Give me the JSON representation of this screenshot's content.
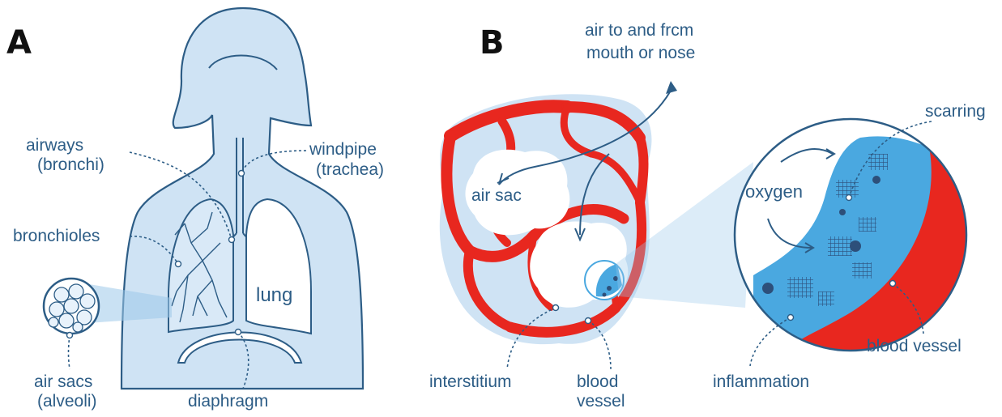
{
  "panel_a": {
    "letter": "A",
    "labels": {
      "airways_line1": "airways",
      "airways_line2": "(bronchi)",
      "windpipe_line1": "windpipe",
      "windpipe_line2": "(trachea)",
      "bronchioles": "bronchioles",
      "lung": "lung",
      "air_sacs_line1": "air sacs",
      "air_sacs_line2": "(alveoli)",
      "diaphragm": "diaphragm"
    }
  },
  "panel_b": {
    "letter": "B",
    "labels": {
      "air_route_line1": "air to and frcm",
      "air_route_line2": "mouth or nose",
      "air_sac": "air sac",
      "interstitium": "interstitium",
      "blood_vessel_line1": "blood",
      "blood_vessel_line2": "vessel",
      "scarring": "scarring",
      "oxygen": "oxygen",
      "blood_vessel_zoom": "blood vessel",
      "inflammation": "inflammation"
    }
  },
  "colors": {
    "body_fill": "#cfe3f4",
    "body_outline": "#2d5d86",
    "label_text": "#2d5d86",
    "vessel_red": "#e8271f",
    "inflamed_blue": "#4aa8e0",
    "scar_navy": "#2d4f7a"
  }
}
